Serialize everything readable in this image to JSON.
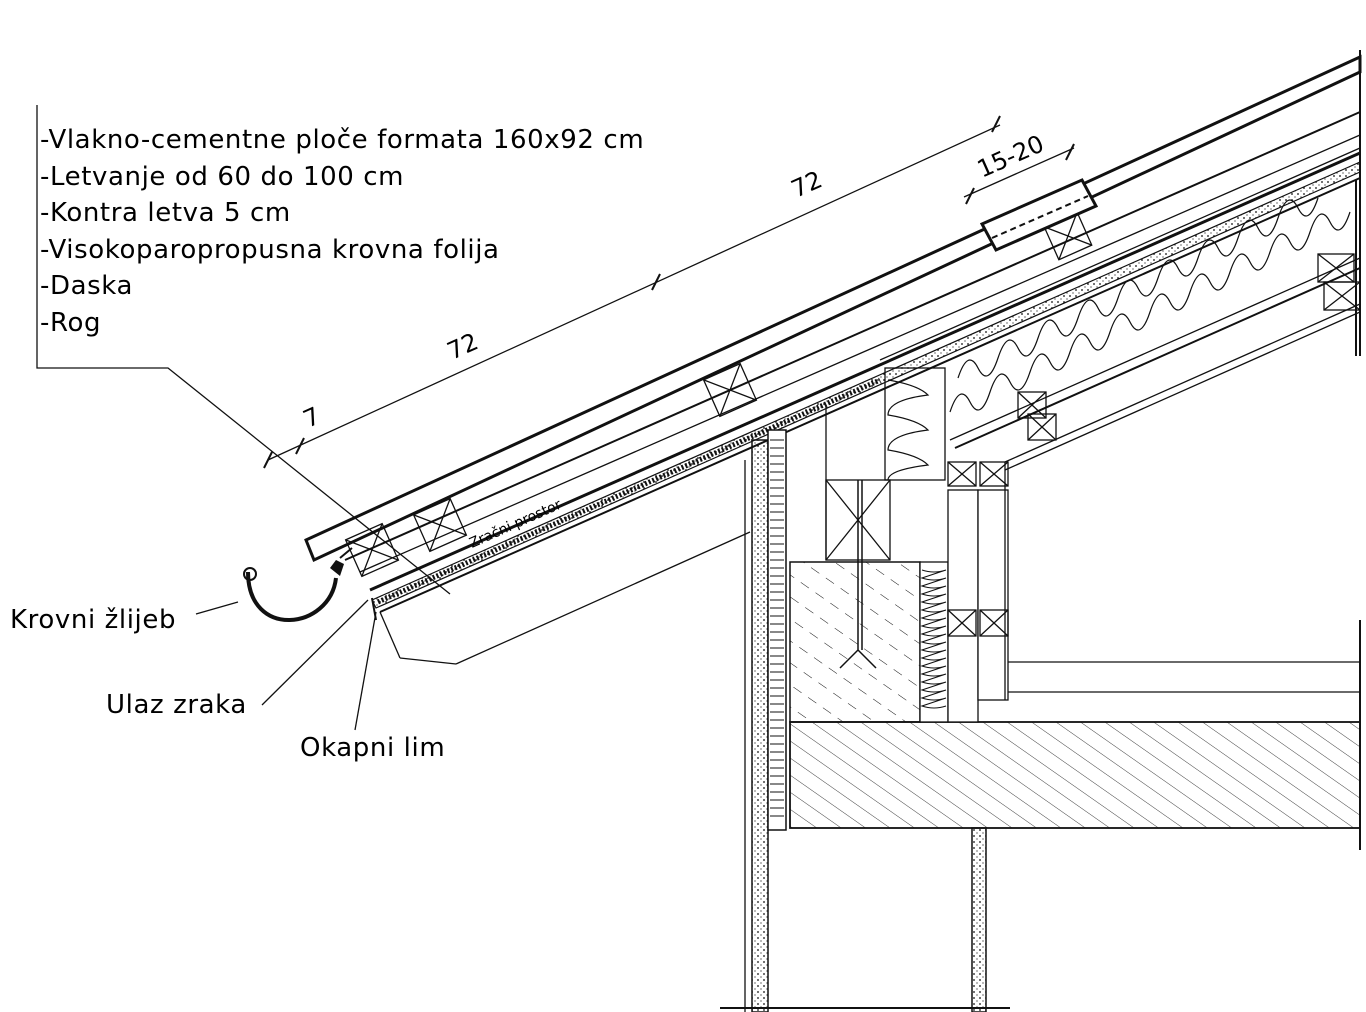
{
  "legend": {
    "items": [
      "-Vlakno-cementne ploče formata 160x92 cm",
      "-Letvanje od 60 do 100 cm",
      "-Kontra letva 5 cm",
      "-Visokoparopropusna krovna folija",
      "-Daska",
      "-Rog"
    ]
  },
  "labels": {
    "gutter": "Krovni žlijeb",
    "air_inlet": "Ulaz zraka",
    "drip_edge": "Okapni lim",
    "air_space": "Zračni prostor"
  },
  "dimensions": {
    "eave_offset": "7",
    "batten_spacing_1": "72",
    "batten_spacing_2": "72",
    "overlap": "15-20"
  }
}
